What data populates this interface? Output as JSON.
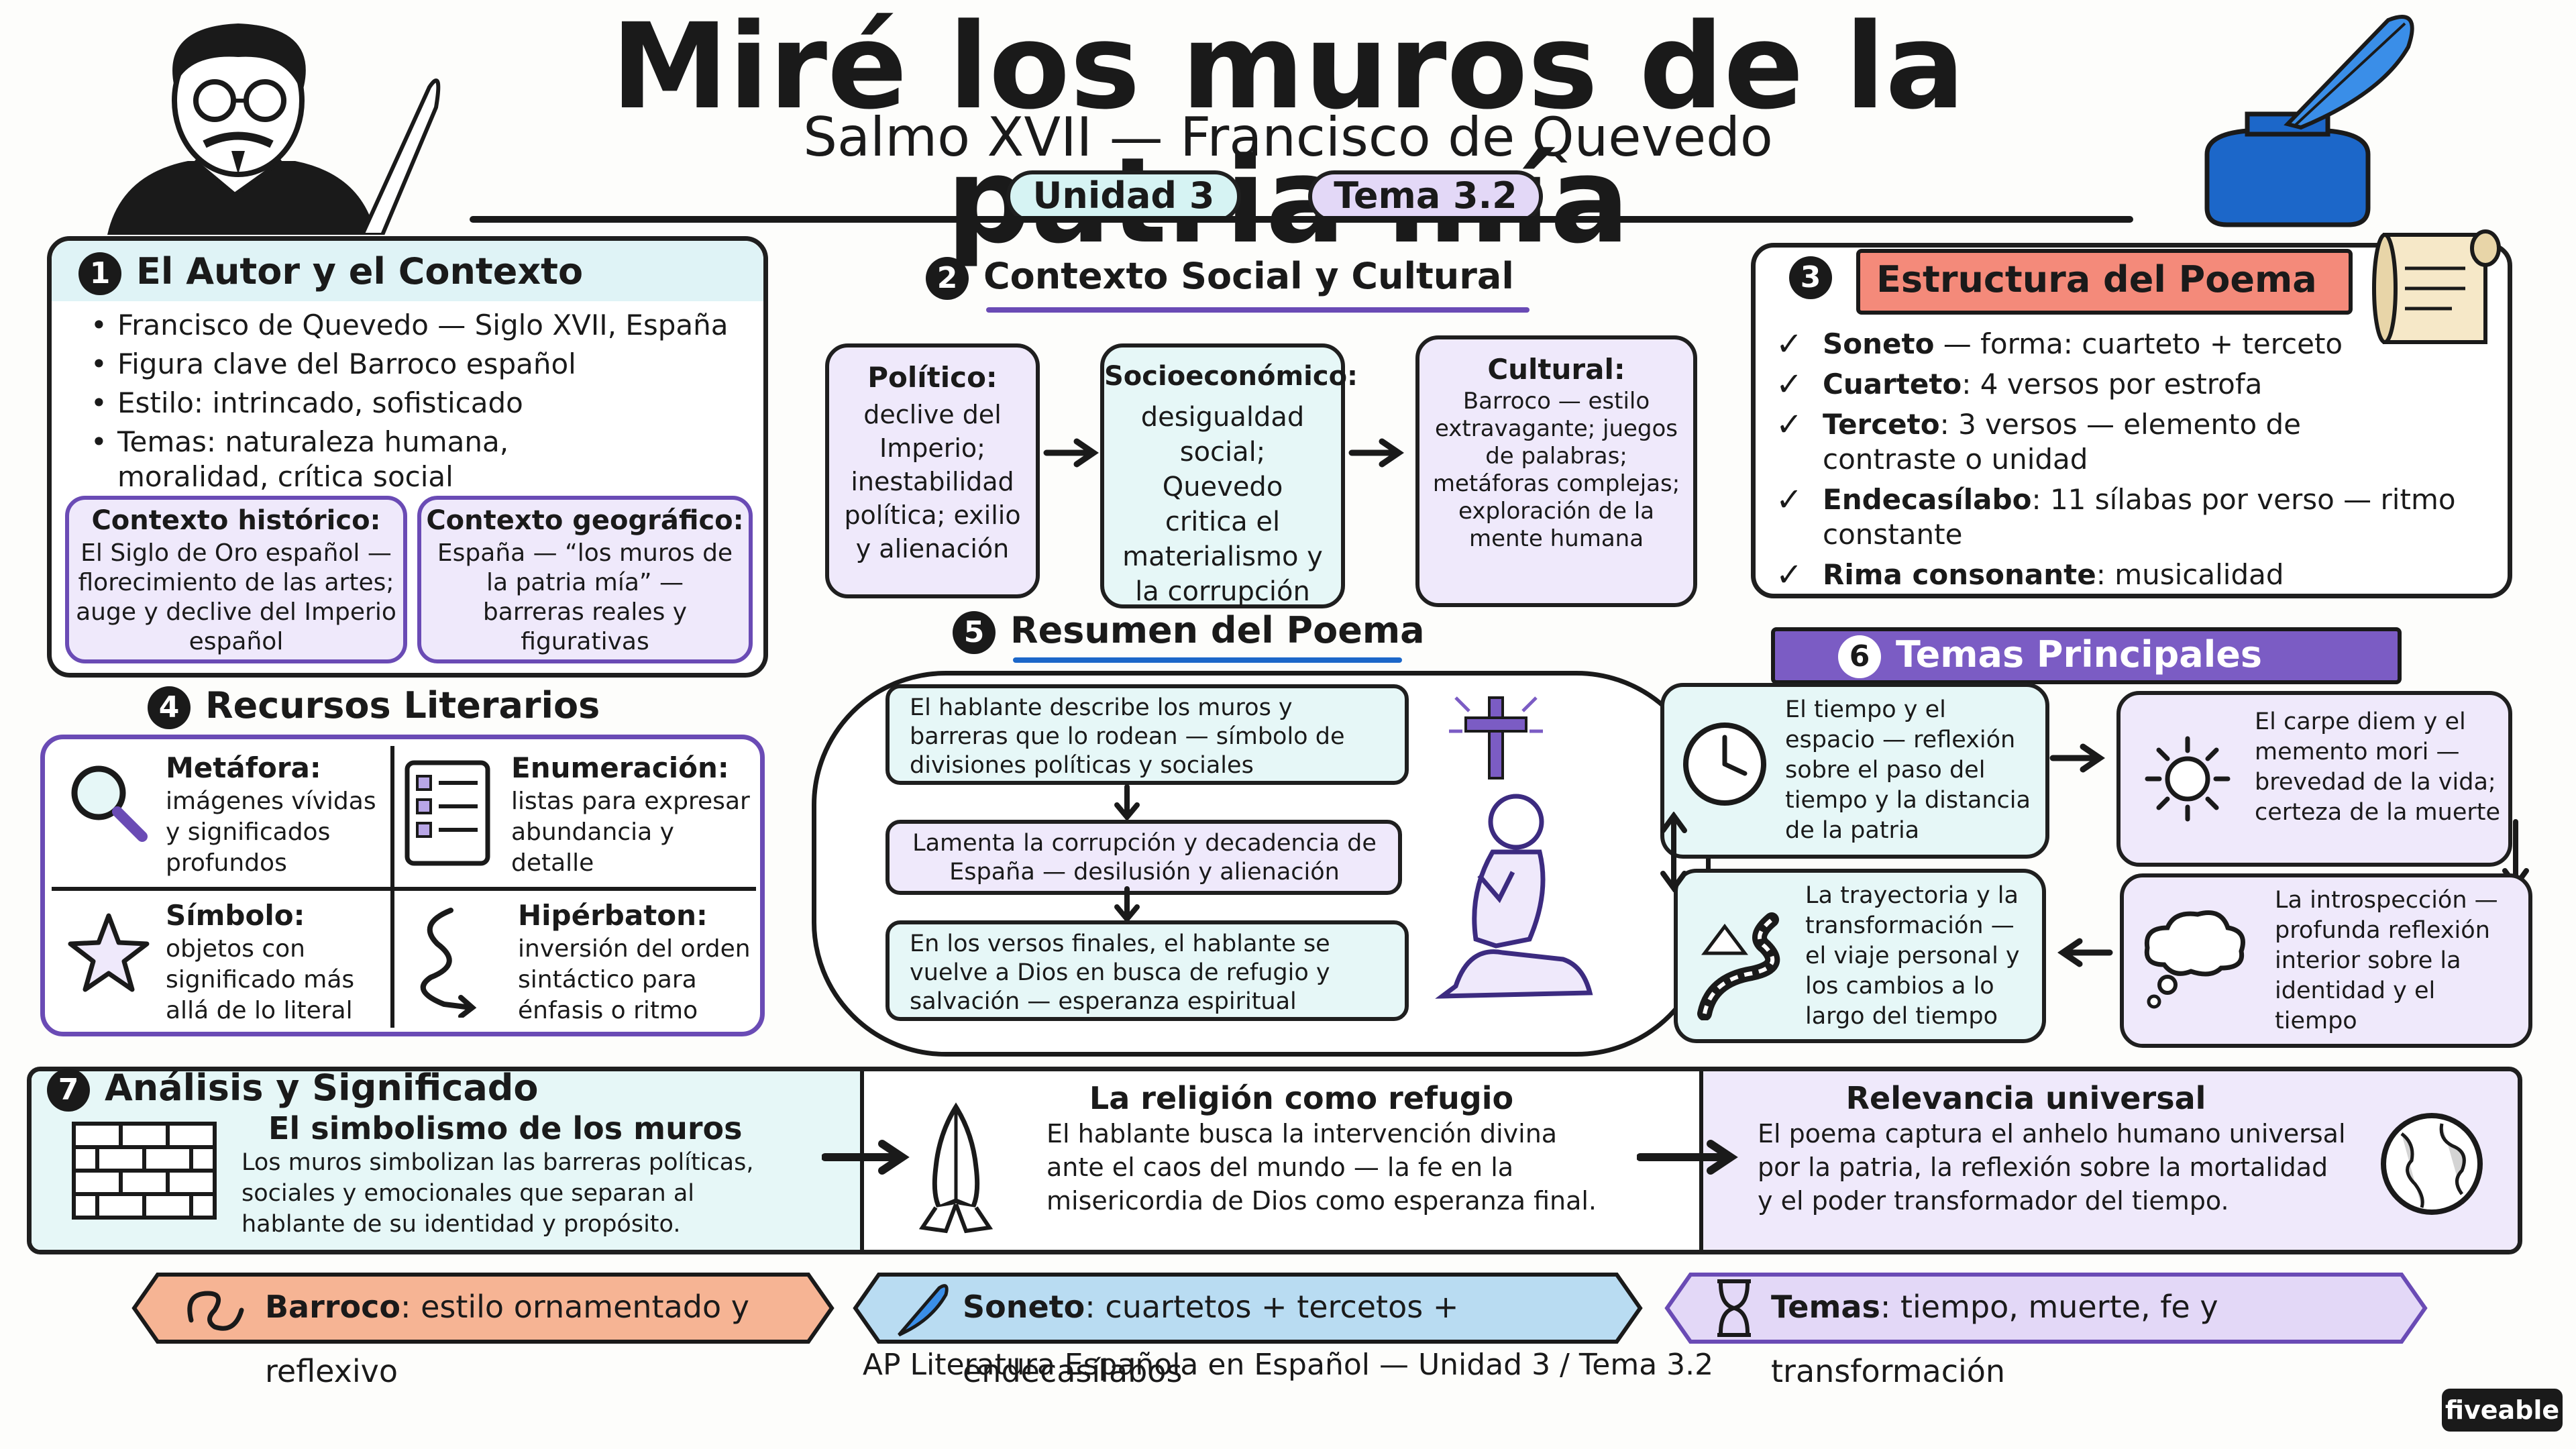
{
  "header": {
    "title": "Miré los muros de la patria mía",
    "subtitle": "Salmo XVII — Francisco de Quevedo",
    "badge_unit": "Unidad 3",
    "badge_topic": "Tema 3.2"
  },
  "s1": {
    "num": "1",
    "title": "El Autor y el Contexto",
    "bullets": [
      "Francisco de Quevedo — Siglo XVII, España",
      "Figura clave del Barroco español",
      "Estilo: intrincado, sofisticado",
      "Temas: naturaleza humana, moralidad, crítica social"
    ],
    "hist_title": "Contexto histórico:",
    "hist_text": "El Siglo de Oro español — florecimiento de las artes; auge y declive del Imperio español",
    "geo_title": "Contexto geográfico:",
    "geo_text": "España — “los muros de la patria mía” — barreras reales y figurativas"
  },
  "s2": {
    "num": "2",
    "title": "Contexto Social y Cultural",
    "pol_title": "Político:",
    "pol_text": "declive del Imperio; inestabilidad política; exilio y alienación",
    "soc_title": "Socioeconómico:",
    "soc_text": "desigualdad social; Quevedo critica el materialismo y la corrupción",
    "cul_title": "Cultural:",
    "cul_text": "Barroco — estilo extravagante; juegos de palabras; metáforas complejas; exploración de la mente humana"
  },
  "s3": {
    "num": "3",
    "title": "Estructura del Poema",
    "items": [
      {
        "k": "Soneto",
        "v": " — forma: cuarteto + terceto"
      },
      {
        "k": "Cuarteto",
        "v": ": 4 versos por estrofa"
      },
      {
        "k": "Terceto",
        "v": ": 3 versos — elemento de contraste o unidad"
      },
      {
        "k": "Endecasílabo",
        "v": ": 11 sílabas por verso — ritmo constante"
      },
      {
        "k": "Rima consonante",
        "v": ": musicalidad"
      }
    ]
  },
  "s4": {
    "num": "4",
    "title": "Recursos Literarios",
    "metafora_title": "Metáfora:",
    "metafora_text": "imágenes vívidas y significados profundos",
    "enum_title": "Enumeración:",
    "enum_text": "listas para expresar abundancia y detalle",
    "simbolo_title": "Símbolo:",
    "simbolo_text": "objetos con significado más allá de lo literal",
    "hiper_title": "Hipérbaton:",
    "hiper_text": "inversión del orden sintáctico para énfasis o ritmo"
  },
  "s5": {
    "num": "5",
    "title": "Resumen del Poema",
    "box1": "El hablante describe los muros y barreras que lo rodean — símbolo de divisiones políticas y sociales",
    "box2": "Lamenta la corrupción y decadencia de España — desilusión y alienación",
    "box3": "En los versos finales, el hablante se vuelve a Dios en busca de refugio y salvación — esperanza espiritual"
  },
  "s6": {
    "num": "6",
    "title": "Temas Principales",
    "tiempo": "El tiempo y el espacio — reflexión sobre el paso del tiempo y la distancia de la patria",
    "carpe": "El carpe diem y el memento mori — brevedad de la vida; certeza de la muerte",
    "trayectoria": "La trayectoria y la transformación — el viaje personal y los cambios a lo largo del tiempo",
    "intro": "La introspección — profunda reflexión interior sobre la identidad y el tiempo"
  },
  "s7": {
    "num": "7",
    "title": "Análisis y Significado",
    "muros_title": "El simbolismo de los muros",
    "muros_text": "Los muros simbolizan las barreras políticas, sociales y emocionales que separan al hablante de su identidad y propósito.",
    "religion_title": "La religión como refugio",
    "religion_text": "El hablante busca la intervención divina ante el caos del mundo — la fe en la misericordia de Dios como esperanza final.",
    "univ_title": "Relevancia universal",
    "univ_text": "El poema captura el anhelo humano universal por la patria, la reflexión sobre la mortalidad y el poder transformador del tiempo."
  },
  "footer": {
    "b1_k": "Barroco",
    "b1_v": ": estilo ornamentado y reflexivo",
    "b2_k": "Soneto",
    "b2_v": ": cuartetos + tercetos + endecasílabos",
    "b3_k": "Temas",
    "b3_v": ": tiempo, muerte, fe y transformación",
    "caption": "AP Literatura Española en Español — Unidad 3 / Tema 3.2",
    "brand": "fiveable"
  },
  "colors": {
    "cyan": "#e6f7f7",
    "purple": "#efe9fb",
    "purple_accent": "#6a4bb5",
    "orange_banner": "#f6b494",
    "blue_banner": "#b9dcf2",
    "red_header": "#f48a7a"
  },
  "icons": [
    "quevedo-portrait",
    "quill-pen-icon",
    "inkwell-icon",
    "scroll-icon",
    "magnifier-icon",
    "list-icon",
    "star-icon",
    "squiggle-arrow-icon",
    "cross-icon",
    "praying-man-icon",
    "clock-icon",
    "sun-icon",
    "winding-road-icon",
    "thought-cloud-icon",
    "brick-wall-icon",
    "praying-hands-icon",
    "globe-icon",
    "ornament-icon",
    "feather-icon",
    "hourglass-icon"
  ]
}
